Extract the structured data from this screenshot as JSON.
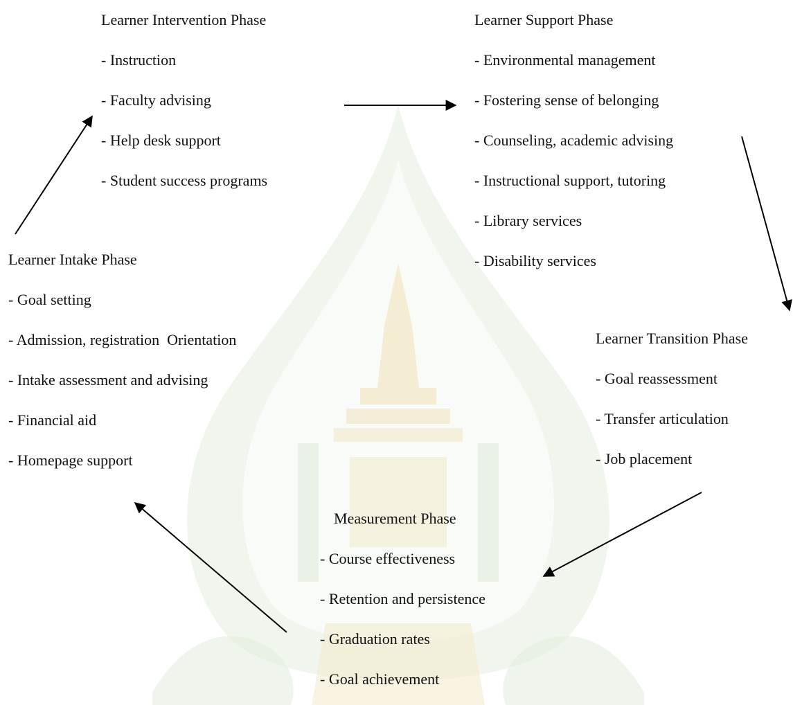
{
  "phases": {
    "intervention": {
      "title": "Learner Intervention Phase",
      "items": [
        "- Instruction",
        "- Faculty advising",
        "- Help desk support",
        "- Student success programs"
      ]
    },
    "support": {
      "title": "Learner Support Phase",
      "items": [
        "- Environmental management",
        "- Fostering sense of belonging",
        "- Counseling, academic advising",
        "- Instructional support, tutoring",
        "- Library services",
        "- Disability services"
      ]
    },
    "intake": {
      "title": "Learner Intake Phase",
      "items": [
        "- Goal setting",
        "- Admission, registration  Orientation",
        "- Intake assessment and advising",
        "- Financial aid",
        "- Homepage support"
      ]
    },
    "transition": {
      "title": "Learner Transition Phase",
      "items": [
        "- Goal reassessment",
        "- Transfer articulation",
        "- Job placement"
      ]
    },
    "measurement": {
      "title": "Measurement Phase",
      "items": [
        "- Course effectiveness",
        "- Retention and persistence",
        "- Graduation rates",
        "- Goal achievement"
      ]
    }
  },
  "colors": {
    "text": "#111111",
    "arrow": "#000000",
    "watermark_green": "#e4eedf",
    "watermark_gold": "#f3ebcf"
  },
  "icons": {
    "watermark": "university-seal-watermark"
  }
}
